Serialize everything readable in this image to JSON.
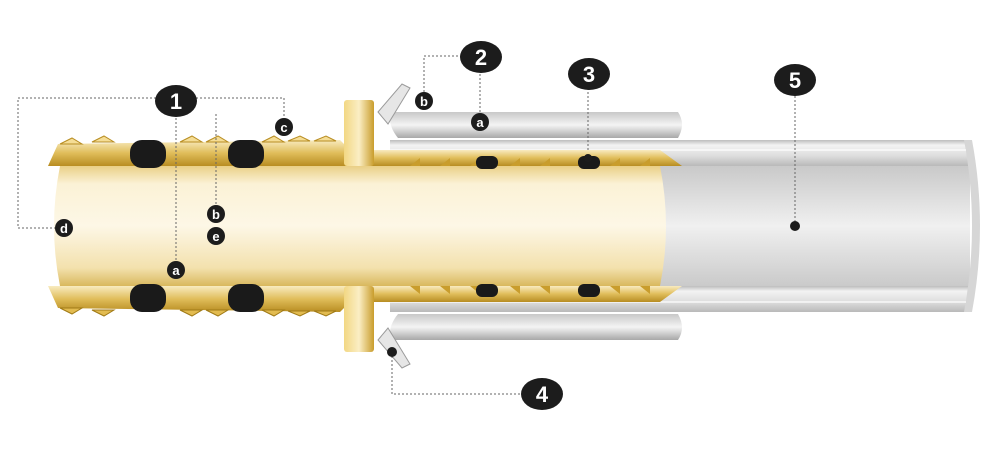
{
  "callouts": {
    "c1": "1",
    "c2": "2",
    "c3": "3",
    "c4": "4",
    "c5": "5",
    "a1": "a",
    "b1": "b",
    "c_small": "c",
    "d": "d",
    "e": "e",
    "a2": "a",
    "b2": "b"
  },
  "colors": {
    "brass_light": "#f6e3a8",
    "brass_mid": "#d9b247",
    "brass_dark": "#a07a16",
    "oring": "#1a1a1a",
    "pipe_light": "#f2f2f2",
    "pipe_mid": "#d3d3d3",
    "pipe_dark": "#a9a9a9",
    "badge": "#1c1c1c"
  }
}
